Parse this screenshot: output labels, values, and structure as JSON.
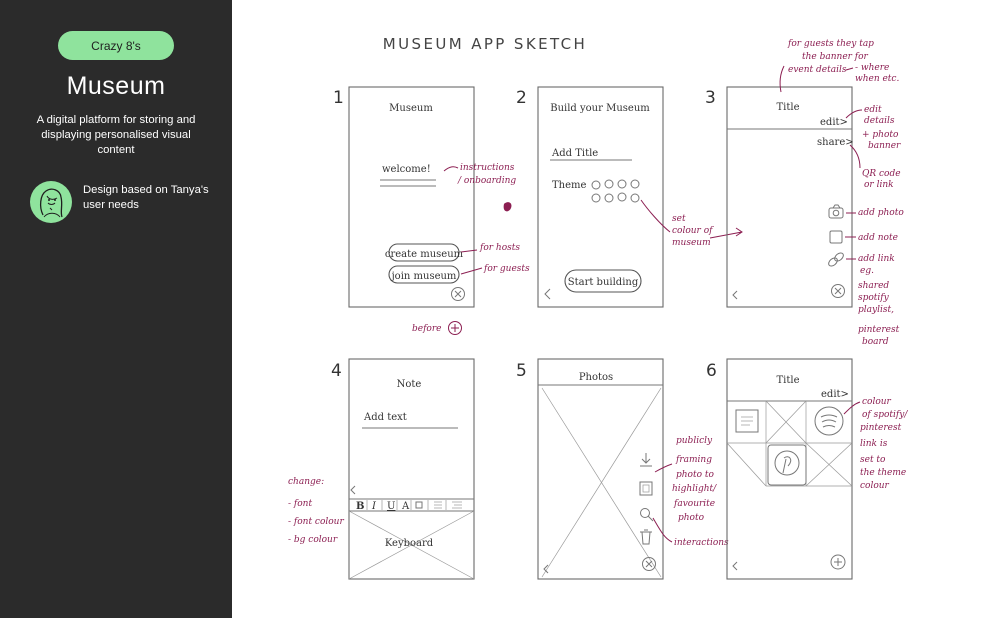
{
  "sidebar": {
    "tag": "Crazy 8's",
    "title": "Museum",
    "description": "A digital platform for storing and displaying personalised visual content",
    "persona_note": "Design based on Tanya's user needs",
    "accent": "#8fe39d",
    "background": "#2b2b2b"
  },
  "sketch": {
    "heading": "MUSEUM APP SKETCH",
    "ink_color": "#8c1f52",
    "screens": [
      {
        "number": "1",
        "title": "Museum",
        "welcome": "welcome!",
        "create_button": "create museum",
        "join_button": "join museum",
        "notes": {
          "instructions": [
            "instructions",
            "/ onboarding"
          ],
          "hosts": "for hosts",
          "guests": "for guests",
          "before": "before"
        }
      },
      {
        "number": "2",
        "title": "Build your Museum",
        "field": "Add Title",
        "theme_label": "Theme",
        "start_button": "Start building",
        "notes": {
          "colour": [
            "set",
            "colour of",
            "museum"
          ]
        }
      },
      {
        "number": "3",
        "title": "Title",
        "edit": "edit>",
        "share": "share>",
        "notes": {
          "banner": [
            "for guests they tap",
            "the banner for",
            "event details"
          ],
          "where": [
            "- where",
            "when etc."
          ],
          "edit_details": [
            "edit",
            "details",
            "+ photo",
            "banner"
          ],
          "qr": [
            "QR code",
            "or link"
          ],
          "add_photo": "add photo",
          "add_note": "add note",
          "add_link": [
            "add link",
            "eg.",
            "shared",
            "spotify",
            "playlist,",
            "pinterest",
            "board"
          ]
        }
      },
      {
        "number": "4",
        "title": "Note",
        "field": "Add text",
        "keyboard": "Keyboard",
        "toolbar": [
          "B",
          "I",
          "U",
          "A"
        ],
        "notes": [
          "change:",
          "- font",
          "- font colour",
          "- bg colour"
        ]
      },
      {
        "number": "5",
        "title": "Photos",
        "notes": {
          "actions": [
            "publicly",
            "framing",
            "photo to",
            "highlight/",
            "favourite",
            "photo"
          ],
          "interactions": "interactions"
        }
      },
      {
        "number": "6",
        "title": "Title",
        "edit": "edit>",
        "notes": [
          "colour",
          "of spotify/",
          "pinterest",
          "link is",
          "set to",
          "the theme",
          "colour"
        ]
      }
    ]
  }
}
